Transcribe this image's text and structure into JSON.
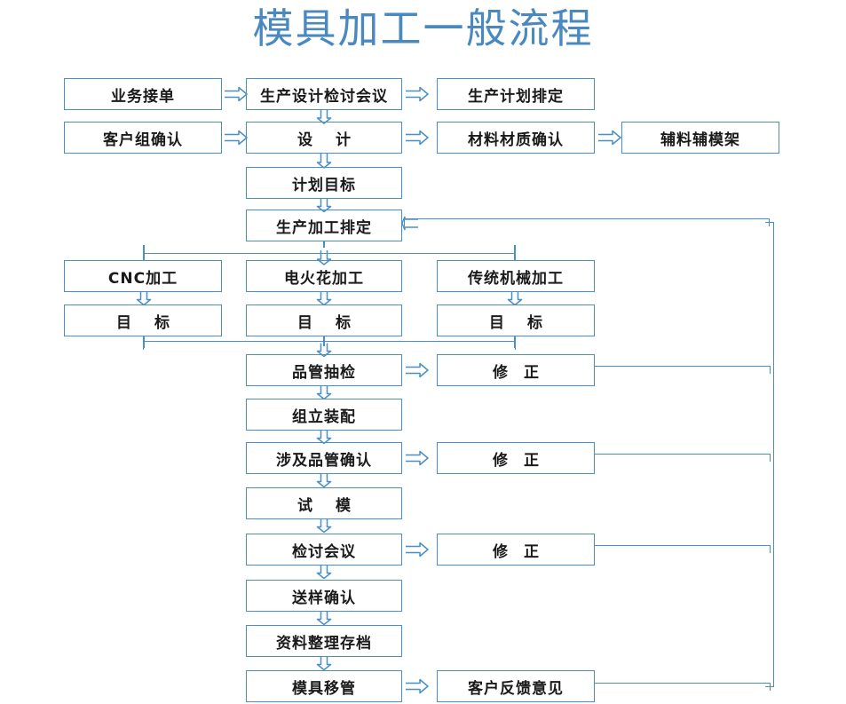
{
  "title": "模具加工一般流程",
  "theme": {
    "accent": "#4a8fc4",
    "title_color": "#4a89bf",
    "text_color": "#1a1a1a",
    "background": "#ffffff"
  },
  "nodes": {
    "n_order": {
      "label": "业务接单"
    },
    "n_design_mtg": {
      "label": "生产设计检讨会议"
    },
    "n_prod_plan": {
      "label": "生产计划排定"
    },
    "n_cust_confirm": {
      "label": "客户组确认"
    },
    "n_design": {
      "label": "设  计"
    },
    "n_material": {
      "label": "材料材质确认"
    },
    "n_aux": {
      "label": "辅料辅模架"
    },
    "n_plan_target": {
      "label": "计划目标"
    },
    "n_prod_sched": {
      "label": "生产加工排定"
    },
    "n_cnc": {
      "label": "CNC加工"
    },
    "n_edm": {
      "label": "电火花加工"
    },
    "n_traditional": {
      "label": "传统机械加工"
    },
    "n_target_1": {
      "label": "目  标"
    },
    "n_target_2": {
      "label": "目  标"
    },
    "n_target_3": {
      "label": "目  标"
    },
    "n_qc_sample": {
      "label": "品管抽检"
    },
    "n_fix_1": {
      "label": "修  正"
    },
    "n_assembly": {
      "label": "组立装配"
    },
    "n_qc_confirm": {
      "label": "涉及品管确认"
    },
    "n_fix_2": {
      "label": "修  正"
    },
    "n_trial": {
      "label": "试  模"
    },
    "n_review_mtg": {
      "label": "检讨会议"
    },
    "n_fix_3": {
      "label": "修  正"
    },
    "n_sample_ok": {
      "label": "送样确认"
    },
    "n_archive": {
      "label": "资料整理存档"
    },
    "n_handover": {
      "label": "模具移管"
    },
    "n_feedback": {
      "label": "客户反馈意见"
    }
  },
  "flow": {
    "rows": [
      [
        "业务接单",
        "生产设计检讨会议",
        "生产计划排定"
      ],
      [
        "客户组确认",
        "设  计",
        "材料材质确认",
        "辅料辅模架"
      ],
      [
        "计划目标"
      ],
      [
        "生产加工排定"
      ],
      [
        "CNC加工",
        "电火花加工",
        "传统机械加工"
      ],
      [
        "目  标",
        "目  标",
        "目  标"
      ],
      [
        "品管抽检",
        "修  正"
      ],
      [
        "组立装配"
      ],
      [
        "涉及品管确认",
        "修  正"
      ],
      [
        "试  模"
      ],
      [
        "检讨会议",
        "修  正"
      ],
      [
        "送样确认"
      ],
      [
        "资料整理存档"
      ],
      [
        "模具移管",
        "客户反馈意见"
      ]
    ],
    "feedback_targets": [
      "修  正",
      "修  正",
      "修  正",
      "客户反馈意见"
    ],
    "feedback_destination": "生产加工排定"
  }
}
